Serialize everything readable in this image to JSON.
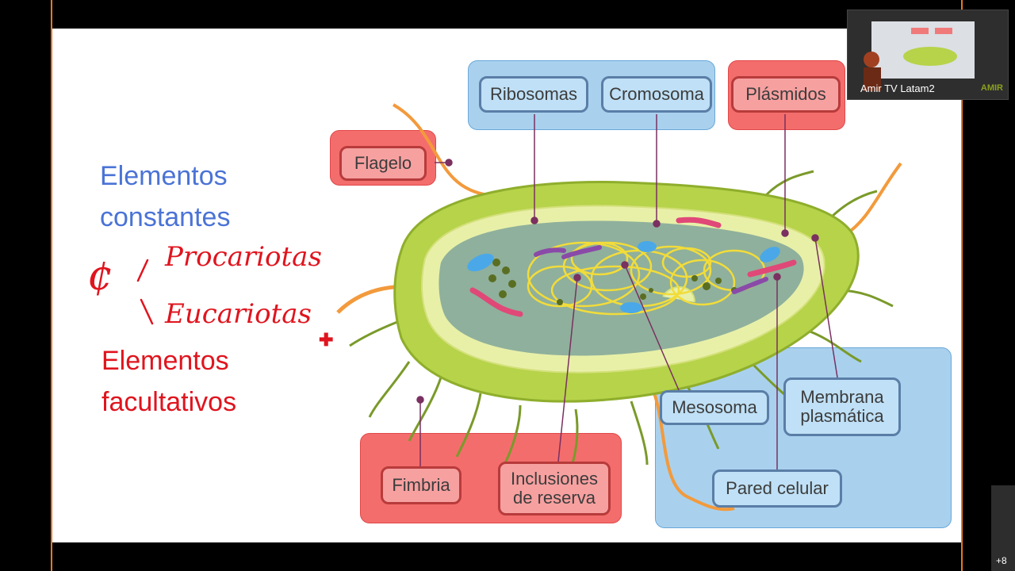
{
  "slide": {
    "left_text": {
      "constants_line1": "Elementos",
      "constants_line2": "constantes",
      "facultative_line1": "Elementos",
      "facultative_line2": "facultativos"
    },
    "handwriting": {
      "prokaryotes": "Procariotas",
      "eukaryotes": "Eucariotas",
      "symbol": "¢"
    },
    "diagram": {
      "labels": {
        "ribosomas": "Ribosomas",
        "cromosoma": "Cromosoma",
        "plasmidos": "Plásmidos",
        "flagelo": "Flagelo",
        "mesosoma": "Mesosoma",
        "membrana_line1": "Membrana",
        "membrana_line2": "plasmática",
        "pared": "Pared celular",
        "fimbria": "Fimbria",
        "inclusiones_line1": "Inclusiones",
        "inclusiones_line2": "de reserva"
      },
      "colors": {
        "blue_group": "#a9d1ee",
        "red_group": "#f46d6d",
        "cell_outer": "#b6d34a",
        "cell_membrane": "#e8f0a8",
        "cytoplasm": "#8fb09c",
        "chromosome": "#f2dc3a",
        "flagellum": "#f39a3c"
      }
    }
  },
  "video_tile": {
    "participant_name": "Amir TV Latam2",
    "watermark": "AMIR"
  },
  "more_participants": "+8",
  "colors": {
    "blue_text": "#4a73d6",
    "red_text": "#e0141e",
    "frame_border": "#e87722"
  }
}
